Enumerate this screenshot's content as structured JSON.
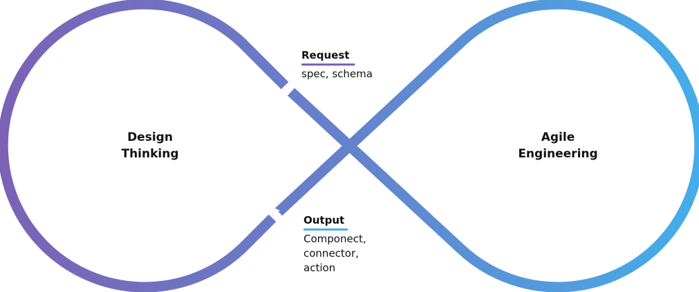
{
  "left_loop": {
    "label_lines": [
      "Design",
      "Thinking"
    ]
  },
  "right_loop": {
    "label_lines": [
      "Agile",
      "Engineering"
    ]
  },
  "request": {
    "title": "Request",
    "body_lines": [
      "spec, schema"
    ]
  },
  "output": {
    "title": "Output",
    "body_lines": [
      "Componect,",
      "connector,",
      "action"
    ]
  },
  "colors": {
    "purple": "#7b62b5",
    "mid": "#6582cc",
    "blue": "#45ade9"
  }
}
